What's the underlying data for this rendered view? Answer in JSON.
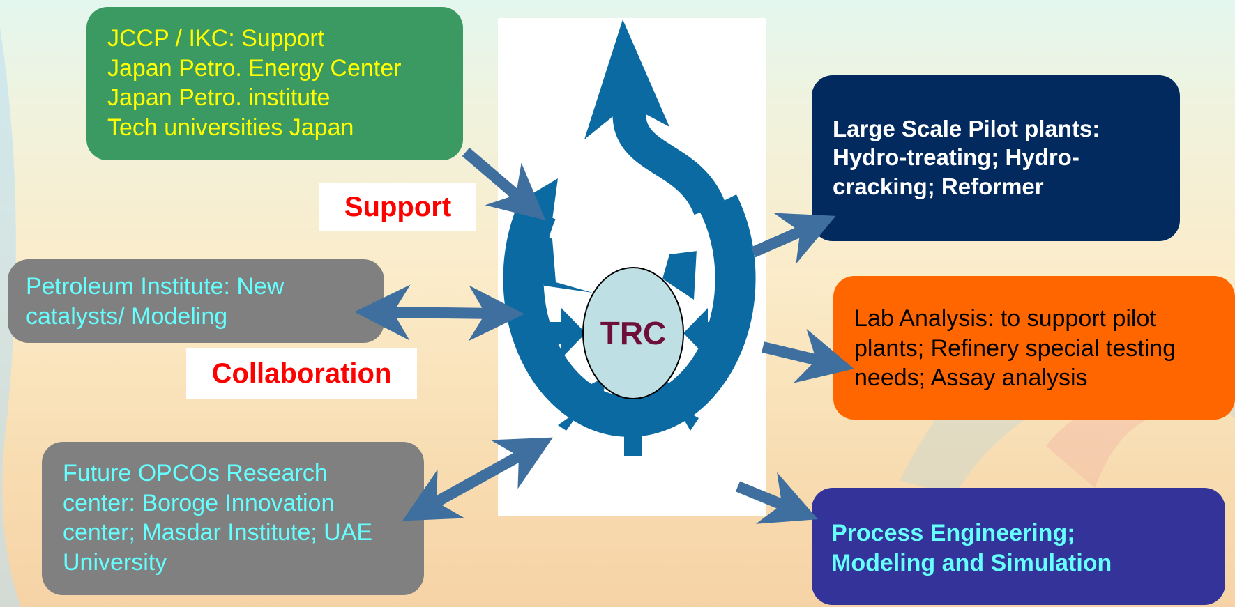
{
  "center_label": "TRC",
  "support_box": {
    "lines": [
      "JCCP / IKC: Support",
      "Japan Petro. Energy Center",
      "Japan Petro. institute",
      "Tech universities Japan"
    ]
  },
  "petroleum_box": {
    "lines": [
      "Petroleum Institute: New",
      "catalysts/ Modeling"
    ]
  },
  "future_box": {
    "lines": [
      "Future OPCOs Research",
      "center: Boroge Innovation",
      "center; Masdar Institute; UAE",
      "University"
    ]
  },
  "pilot_box": {
    "lines": [
      "Large Scale Pilot plants:",
      "Hydro-treating; Hydro-",
      "cracking; Reformer"
    ]
  },
  "lab_box": {
    "lines": [
      "Lab Analysis: to support pilot",
      "plants; Refinery special testing",
      "needs; Assay analysis"
    ]
  },
  "process_box": {
    "lines": [
      "Process Engineering;",
      "Modeling and Simulation"
    ]
  },
  "tags": {
    "support": "Support",
    "collaboration": "Collaboration"
  },
  "colors": {
    "cycle_blue": "#0b6aa1",
    "arrow_blue": "#3f6f9f",
    "center_fill": "#bedfe4",
    "center_text": "#6e0f3a",
    "tag_text": "#ff0000",
    "support_box": "#3a9a62",
    "gray_box": "#808080",
    "pilot_box": "#022a5e",
    "lab_box": "#ff6600",
    "process_box": "#333399"
  }
}
